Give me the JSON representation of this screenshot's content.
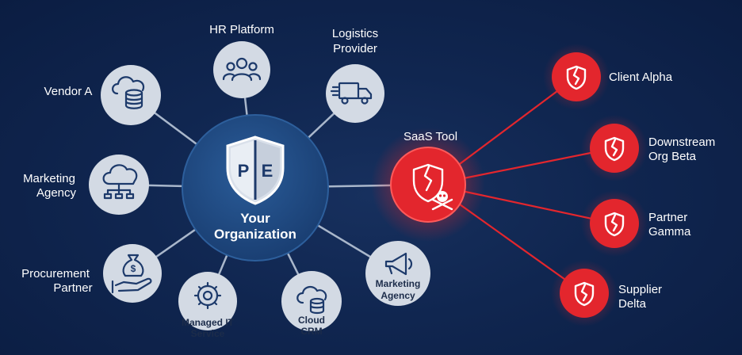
{
  "hub": {
    "line1": "Your",
    "line2": "Organization",
    "shield_letter_left": "P",
    "shield_letter_right": "E"
  },
  "partners": {
    "hr_platform": {
      "label": "HR Platform"
    },
    "logistics": {
      "line1": "Logistics",
      "line2": "Provider"
    },
    "vendor_a": {
      "label": "Vendor A"
    },
    "marketing_left": {
      "line1": "Marketing",
      "line2": "Agency"
    },
    "procurement": {
      "line1": "Procurement",
      "line2": "Partner"
    },
    "managed_it": {
      "line1": "Managed IT",
      "line2": "Service"
    },
    "cloud_crm": {
      "line1": "Cloud",
      "line2": "CRM"
    },
    "marketing_right": {
      "line1": "Marketing",
      "line2": "Agency"
    }
  },
  "compromised": {
    "label": "SaaS Tool"
  },
  "downstream": {
    "client_alpha": {
      "label": "Client Alpha"
    },
    "org_beta": {
      "line1": "Downstream",
      "line2": "Org Beta"
    },
    "partner_gamma": {
      "line1": "Partner",
      "line2": "Gamma"
    },
    "supplier_delta": {
      "line1": "Supplier",
      "line2": "Delta"
    }
  },
  "colors": {
    "background": "#0f2550",
    "hub_fill": "#1f4a82",
    "node_fill": "#d3dae4",
    "connector": "#a9b7cb",
    "alert_red": "#e3262d"
  },
  "icons": {
    "hr_platform": "people-icon",
    "logistics": "truck-icon",
    "vendor_a": "cloud-database-icon",
    "marketing_left": "cloud-network-icon",
    "procurement": "money-bag-hand-icon",
    "managed_it": "gear-wrench-icon",
    "cloud_crm": "cloud-database-icon",
    "marketing_right": "megaphone-icon",
    "saas_tool": "cracked-shield-skull-icon",
    "downstream": "cracked-shield-icon"
  }
}
